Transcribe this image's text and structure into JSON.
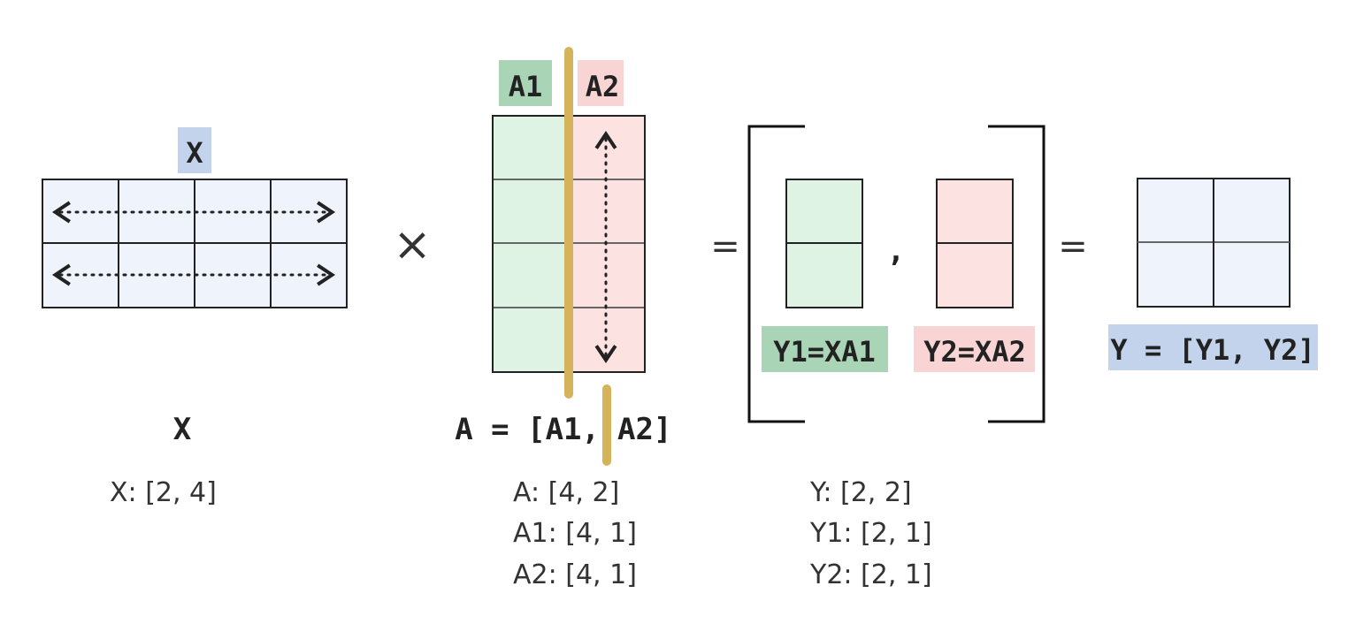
{
  "colors": {
    "x_fill": "#eef3fc",
    "x_tag": "#c3d3ec",
    "a1_fill": "#dff3e4",
    "a1_tag": "#a9d5b6",
    "a2_fill": "#fde2e2",
    "a2_tag": "#f8d4d4",
    "split_line": "#d4b35a",
    "stroke": "#222222"
  },
  "labels": {
    "x_tag": "X",
    "a1_tag": "A1",
    "a2_tag": "A2",
    "x_caption": "X",
    "a_caption_left": "A = [A1,",
    "a_caption_right": "A2]",
    "multiply": "×",
    "equals_1": "=",
    "comma": ",",
    "equals_2": "=",
    "y1_tag": "Y1=XA1",
    "y2_tag": "Y2=XA2",
    "y_tag": "Y = [Y1, Y2]"
  },
  "shapes": {
    "x": "X:  [2, 4]",
    "a": "A:  [4, 2]",
    "a1": "A1: [4, 1]",
    "a2": "A2: [4, 1]",
    "y": "Y:  [2, 2]",
    "y1": "Y1: [2, 1]",
    "y2": "Y2: [2, 1]"
  },
  "icons": {
    "row_arrows": "double-headed-dotted-arrow-icon",
    "column_arrow": "vertical-double-headed-dotted-arrow-icon",
    "split_marker": "column-split-line"
  }
}
